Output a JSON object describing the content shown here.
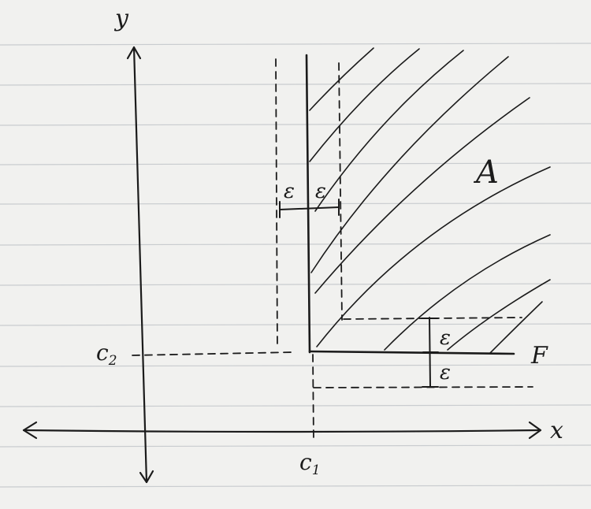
{
  "labels": {
    "y_axis": "y",
    "x_axis": "x",
    "c1": "c",
    "c1_sub": "1",
    "c2": "c",
    "c2_sub": "2",
    "region_a": "A",
    "line_f": "F",
    "epsilon": "ε"
  }
}
